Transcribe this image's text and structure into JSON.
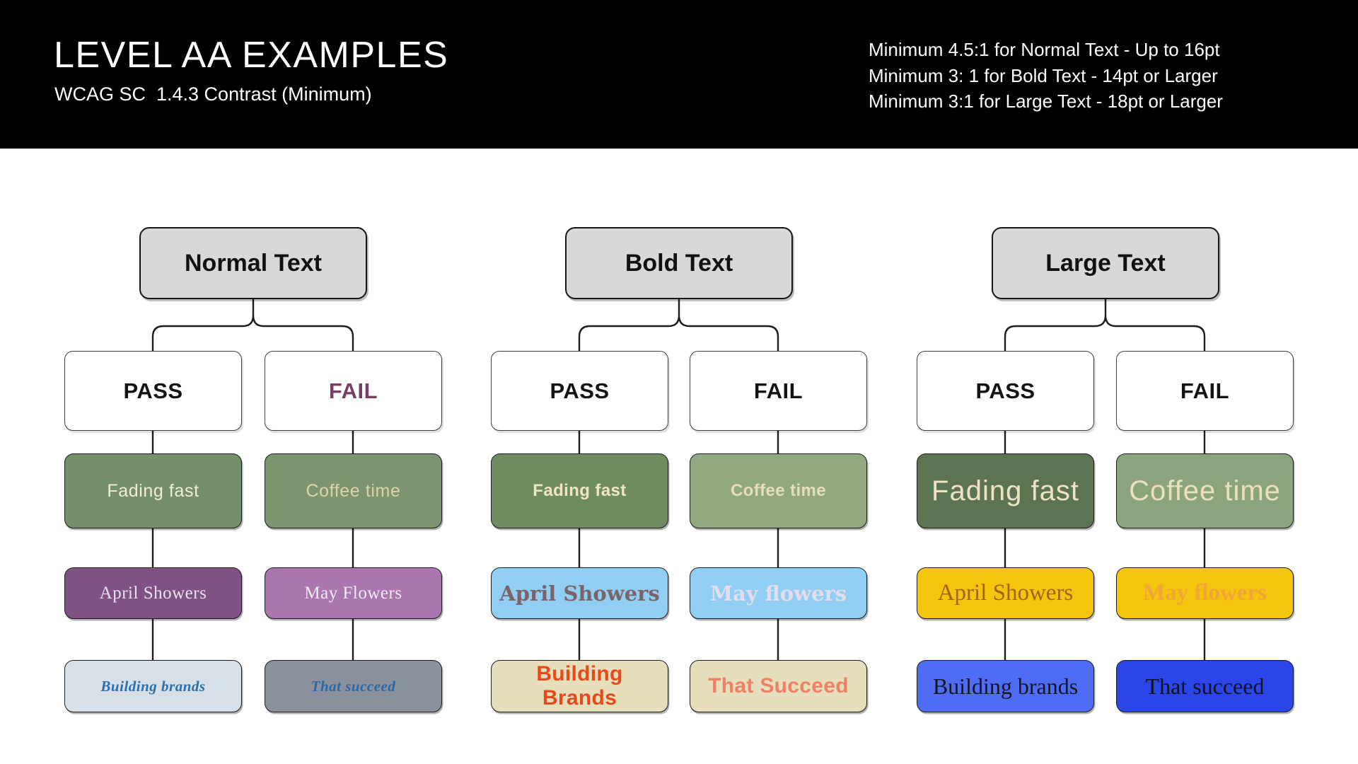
{
  "header": {
    "title": "LEVEL AA EXAMPLES",
    "subtitle": "WCAG SC  1.4.3 Contrast (Minimum)",
    "rules": [
      "Minimum 4.5:1 for Normal Text - Up to 16pt",
      "Minimum 3: 1 for Bold Text - 14pt or Larger",
      "Minimum 3:1 for Large Text - 18pt or Larger"
    ]
  },
  "trees": [
    {
      "title": "Normal Text",
      "pass": {
        "label": "PASS",
        "label_color": "#141414",
        "items": [
          {
            "text": "Fading fast",
            "bg": "#748F69",
            "fg": "#F4EDD6"
          },
          {
            "text": "April Showers",
            "bg": "#7F5284",
            "fg": "#E9E2F0"
          },
          {
            "text": "Building brands",
            "bg": "#D7E0E7",
            "fg": "#2E6EA9"
          }
        ]
      },
      "fail": {
        "label": "FAIL",
        "label_color": "#7B3E63",
        "items": [
          {
            "text": "Coffee time",
            "bg": "#7D9471",
            "fg": "#DCD3AB"
          },
          {
            "text": "May Flowers",
            "bg": "#A976AF",
            "fg": "#F2EDF7"
          },
          {
            "text": "That succeed",
            "bg": "#8B929D",
            "fg": "#2A67A7"
          }
        ]
      }
    },
    {
      "title": "Bold Text",
      "pass": {
        "label": "PASS",
        "label_color": "#141414",
        "items": [
          {
            "text": "Fading fast",
            "bg": "#6E8B62",
            "fg": "#F0E5C6"
          },
          {
            "text": "April Showers",
            "bg": "#90CEF4",
            "fg": "#7B6368"
          },
          {
            "text": "Building Brands",
            "bg": "#E7DEBC",
            "fg": "#E8491B"
          }
        ]
      },
      "fail": {
        "label": "FAIL",
        "label_color": "#141414",
        "items": [
          {
            "text": "Coffee time",
            "bg": "#91A881",
            "fg": "#E8DDBB"
          },
          {
            "text": "May flowers",
            "bg": "#90CEF4",
            "fg": "#E4DDEB"
          },
          {
            "text": "That Succeed",
            "bg": "#E7DEBC",
            "fg": "#EE8164"
          }
        ]
      }
    },
    {
      "title": "Large Text",
      "pass": {
        "label": "PASS",
        "label_color": "#141414",
        "items": [
          {
            "text": "Fading fast",
            "bg": "#5D7453",
            "fg": "#EDE3C2"
          },
          {
            "text": "April Showers",
            "bg": "#F4C50C",
            "fg": "#AC5F16"
          },
          {
            "text": "Building brands",
            "bg": "#4F6CF5",
            "fg": "#15151B"
          }
        ]
      },
      "fail": {
        "label": "FAIL",
        "label_color": "#141414",
        "items": [
          {
            "text": "Coffee time",
            "bg": "#8CA47E",
            "fg": "#EBE0BE"
          },
          {
            "text": "May flowers",
            "bg": "#F4C50C",
            "fg": "#F1A638"
          },
          {
            "text": "That succeed",
            "bg": "#2B46E8",
            "fg": "#10131F"
          }
        ]
      }
    }
  ]
}
